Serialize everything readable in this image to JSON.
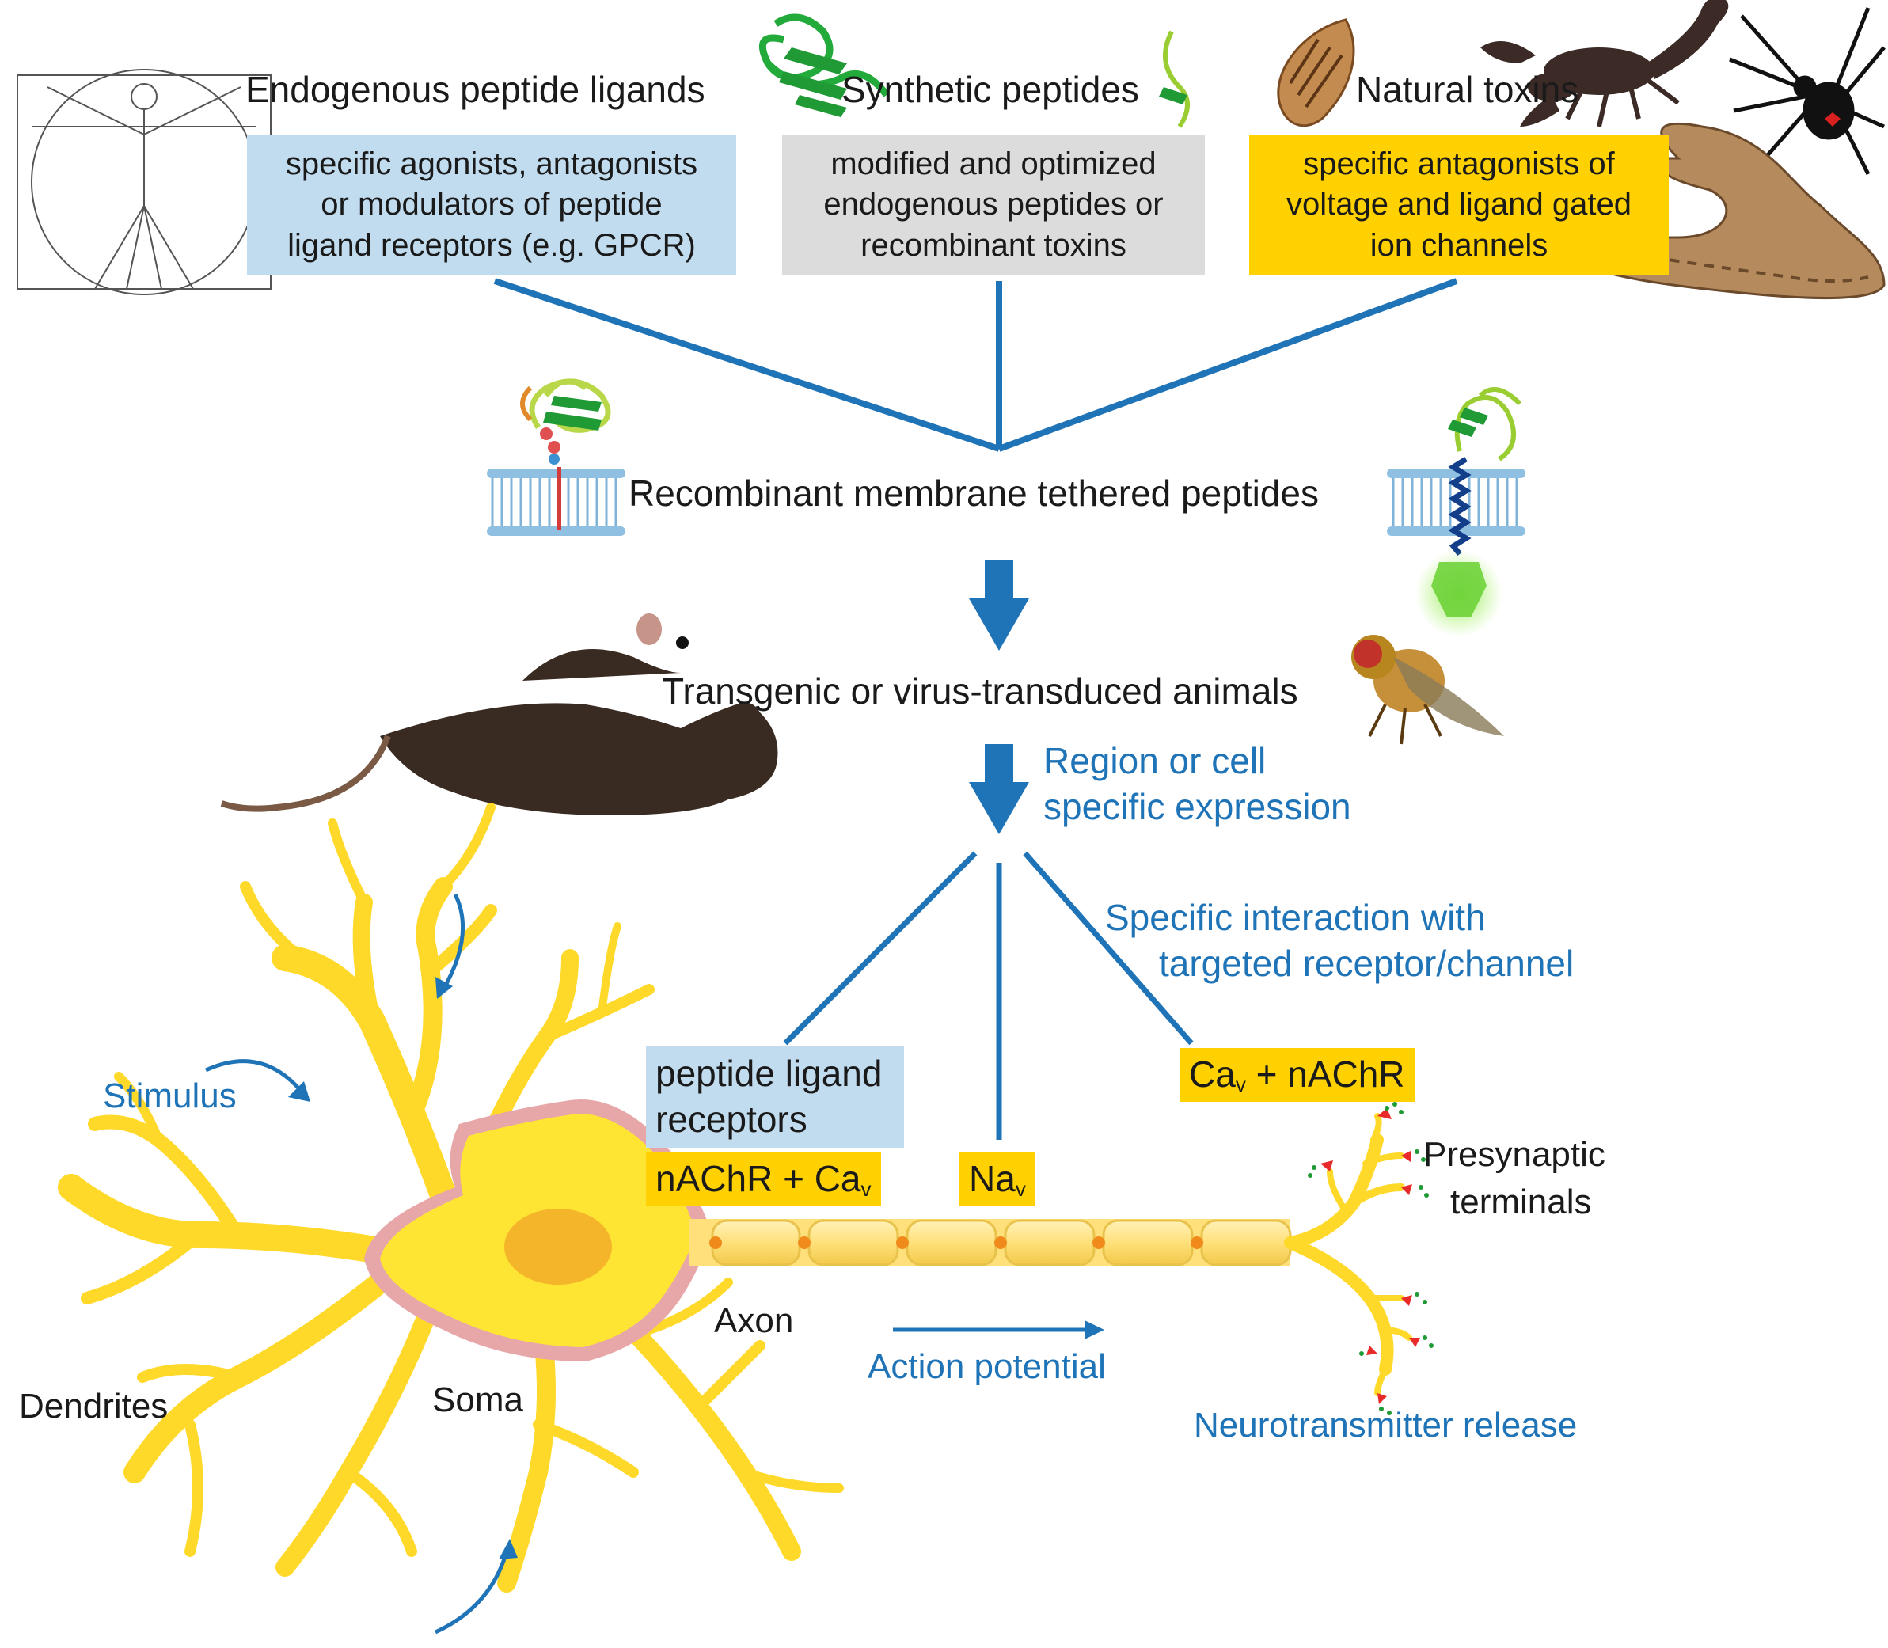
{
  "sources": {
    "endogenous": {
      "title": "Endogenous peptide ligands",
      "lines": [
        "specific agonists, antagonists",
        "or modulators of peptide",
        "ligand receptors (e.g. GPCR)"
      ],
      "icon": "vitruvian-man-icon",
      "color": "#c2dcef"
    },
    "synthetic": {
      "title": "Synthetic peptides",
      "lines": [
        "modified and optimized",
        "endogenous peptides or",
        "recombinant toxins"
      ],
      "icon": "protein-structure-icon",
      "color": "#dcdcdc"
    },
    "natural": {
      "title": "Natural toxins",
      "lines": [
        "specific antagonists of",
        "voltage and ligand gated",
        "ion channels"
      ],
      "icons": [
        "cone-snail-icon",
        "scorpion-icon",
        "spider-icon",
        "snake-icon"
      ],
      "color": "#ffd100"
    }
  },
  "tethered": {
    "label": "Recombinant membrane tethered peptides",
    "icons": [
      "membrane-tethered-peptide-icon",
      "membrane-tethered-toxin-icon"
    ]
  },
  "animals": {
    "label": "Transgenic or virus-transduced animals",
    "icons": [
      "rat-icon",
      "fly-icon"
    ]
  },
  "expression": {
    "line1": "Region or cell",
    "line2": "specific expression"
  },
  "interaction": {
    "line1": "Specific interaction with",
    "line2": "targeted receptor/channel"
  },
  "targets": {
    "peptide_receptors": [
      "peptide ligand",
      "receptors"
    ],
    "nachr_cav": {
      "main": "nAChR + Ca",
      "sub": "v"
    },
    "nav": {
      "main": "Na",
      "sub": "v"
    },
    "cav_nachr": {
      "main": "Ca",
      "sub": "v",
      "rest": " + nAChR"
    }
  },
  "neuron": {
    "stimulus": "Stimulus",
    "dendrites": "Dendrites",
    "soma": "Soma",
    "axon": "Axon",
    "action_potential": "Action potential",
    "presynaptic_line1": "Presynaptic",
    "presynaptic_line2": "terminals",
    "release": "Neurotransmitter release"
  },
  "colors": {
    "arrow_blue": "#1f73b7",
    "neuron_yellow": "#ffd92a",
    "soma_outline": "#e7a7a9",
    "nucleus": "#f5b52a",
    "box_blue": "#c2dcef",
    "box_grey": "#dcdcdc",
    "box_yellow": "#ffd100"
  }
}
